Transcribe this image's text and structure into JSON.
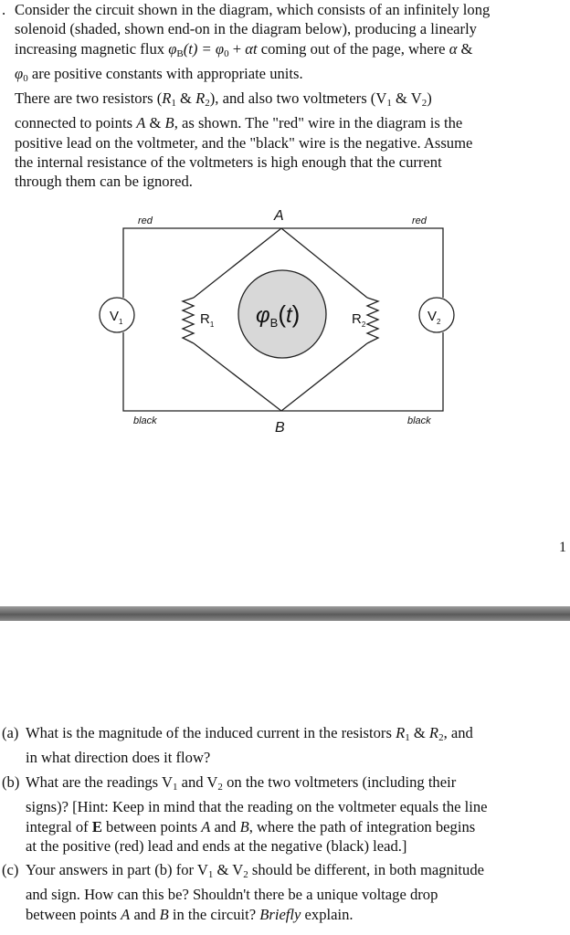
{
  "problem": {
    "lead_mark": ".",
    "p1": {
      "l1": "Consider the circuit shown in the diagram, which consists of an infinitely long",
      "l2": "solenoid (shaded, shown end-on in the diagram below), producing a linearly",
      "l3_a": "increasing magnetic flux ",
      "l3_phi": "φ",
      "l3_sub": "B",
      "l3_t": "(t) = ",
      "l3_phi0": "φ",
      "l3_sub0": "0",
      "l3_plus": " + ",
      "l3_at": "αt",
      "l3_b": " coming out of the page, where ",
      "l3_alpha": "α",
      "l3_amp": " &",
      "l4_phi0": "φ",
      "l4_sub0": "0",
      "l4_rest": " are positive constants with appropriate units."
    },
    "p2": {
      "l1_a": "There are two resistors (",
      "l1_r1": "R",
      "l1_r1s": "1",
      "l1_amp": " & ",
      "l1_r2": "R",
      "l1_r2s": "2",
      "l1_b": "), and also two voltmeters (V",
      "l1_v1s": "1",
      "l1_c": " & V",
      "l1_v2s": "2",
      "l1_d": ")",
      "l2_a": "connected to points ",
      "l2_A": "A",
      "l2_amp": " & ",
      "l2_B": "B",
      "l2_b": ", as shown. The \"red\" wire in the diagram is the",
      "l3": "positive lead on the voltmeter, and the \"black\" wire is the negative. Assume",
      "l4": "the internal resistance of the voltmeters is high enough that the current",
      "l5": "through them can be ignored."
    }
  },
  "diagram": {
    "label_A": "A",
    "label_B": "B",
    "label_red_left": "red",
    "label_red_right": "red",
    "label_black_left": "black",
    "label_black_right": "black",
    "v1": "V",
    "v1_sub": "1",
    "v2": "V",
    "v2_sub": "2",
    "r1": "R",
    "r1_sub": "1",
    "r2": "R",
    "r2_sub": "2",
    "flux_phi": "φ",
    "flux_sub": "B",
    "flux_open": "(",
    "flux_t": "t",
    "flux_close": ")",
    "colors": {
      "solenoid_fill": "#d8d8d8",
      "line": "#222222"
    }
  },
  "page_number": "1",
  "questions": {
    "a": {
      "label": "(a)",
      "l1_a": "What is the magnitude of the induced current in the resistors ",
      "r1": "R",
      "r1s": "1",
      "amp": " & ",
      "r2": "R",
      "r2s": "2",
      "l1_b": ", and",
      "l2": "in what direction does it flow?"
    },
    "b": {
      "label": "(b)",
      "l1_a": "What are the readings V",
      "v1s": "1",
      "l1_b": " and V",
      "v2s": "2",
      "l1_c": " on the two voltmeters (including their",
      "l2_a": "signs)? [Hint: Keep in mind that the reading on the voltmeter equals the line",
      "l3_a": "integral of ",
      "l3_E": "E",
      "l3_b": " between points ",
      "l3_A": "A",
      "l3_c": " and ",
      "l3_B": "B",
      "l3_d": ", where the path of integration begins",
      "l4": "at the positive (red) lead and ends at the negative (black) lead.]"
    },
    "c": {
      "label": "(c)",
      "l1_a": "Your answers in part (b) for V",
      "v1s": "1",
      "amp": " & V",
      "v2s": "2",
      "l1_b": " should be different, in both magnitude",
      "l2": "and sign. How can this be? Shouldn't there be a unique voltage drop",
      "l3_a": "between points ",
      "l3_A": "A",
      "l3_b": " and ",
      "l3_B": "B",
      "l3_c": " in the circuit? ",
      "l3_brief": "Briefly",
      "l3_d": " explain."
    }
  }
}
